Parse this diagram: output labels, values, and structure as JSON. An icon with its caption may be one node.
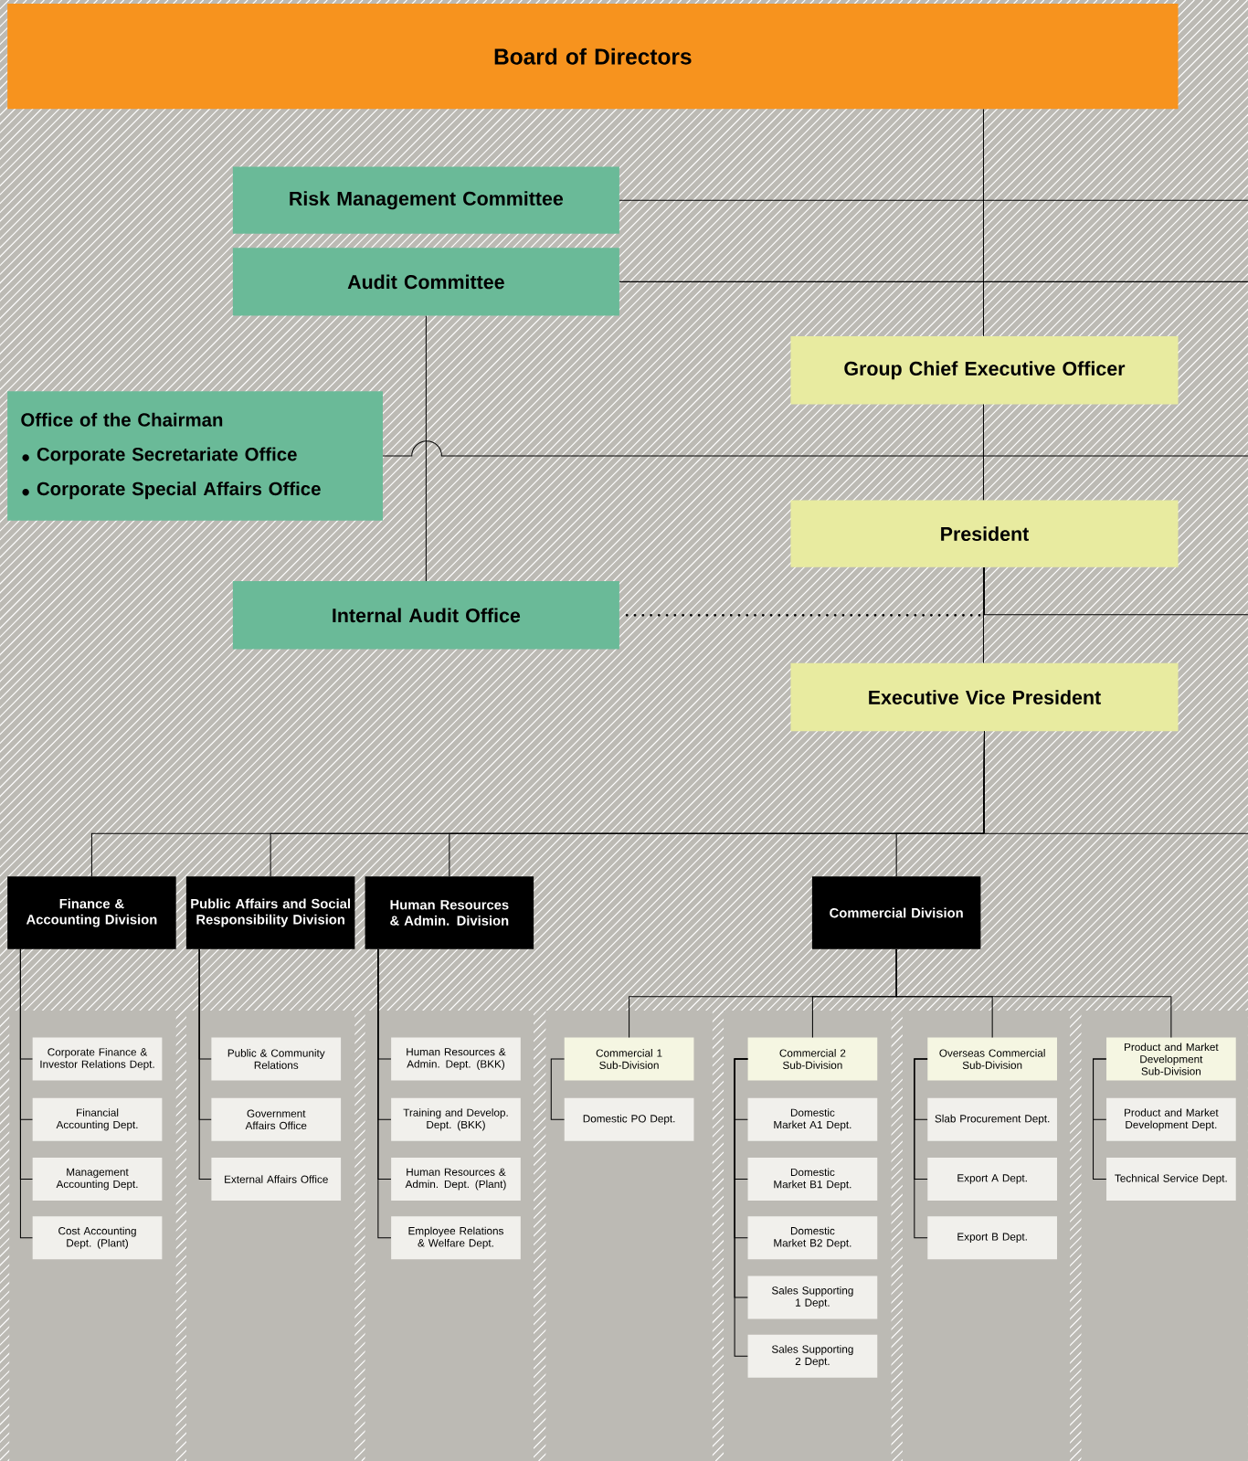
{
  "diagram": {
    "nodes": [
      {
        "text": [
          "Board of Directors"
        ]
      },
      {
        "text": [
          "Risk Management Committee"
        ]
      },
      {
        "text": [
          "Audit Committee"
        ]
      },
      {
        "text": [
          "Group Chief Executive Officer"
        ]
      },
      {
        "text": [
          "Office of the Chairman",
          "Corporate Secretariate Office",
          "Corporate Special Affairs Office"
        ]
      },
      {
        "text": [
          "President"
        ]
      },
      {
        "text": [
          "Internal Audit Office"
        ]
      },
      {
        "text": [
          "Executive Vice President"
        ]
      },
      {
        "text": [
          "Finance & Accounting Division"
        ]
      },
      {
        "text": [
          "Public Affairs and Social Responsibility Division"
        ]
      },
      {
        "text": [
          "Human Resources & Admin. Division"
        ]
      },
      {
        "text": [
          "Commercial Division"
        ]
      },
      {
        "text": [
          "Corporate Finance & Investor Relations Dept."
        ]
      },
      {
        "text": [
          "Financial Accounting Dept."
        ]
      },
      {
        "text": [
          "Management Accounting Dept."
        ]
      },
      {
        "text": [
          "Cost Accounting Dept. (Plant)"
        ]
      },
      {
        "text": [
          "Public & Community Relations"
        ]
      },
      {
        "text": [
          "Government Affairs Office"
        ]
      },
      {
        "text": [
          "External Affairs Office"
        ]
      },
      {
        "text": [
          "Human Resources & Admin. Dept. (BKK)"
        ]
      },
      {
        "text": [
          "Training and Develop. Dept. (BKK)"
        ]
      },
      {
        "text": [
          "Human Resources & Admin. Dept. (Plant)"
        ]
      },
      {
        "text": [
          "Employee Relations & Welfare Dept."
        ]
      },
      {
        "text": [
          "Commercial 1 Sub-Division"
        ]
      },
      {
        "text": [
          "Domestic PO Dept."
        ]
      },
      {
        "text": [
          "Commercial 2 Sub-Division"
        ]
      },
      {
        "text": [
          "Domestic Market A1 Dept."
        ]
      },
      {
        "text": [
          "Domestic Market B1 Dept."
        ]
      },
      {
        "text": [
          "Domestic Market B2 Dept."
        ]
      },
      {
        "text": [
          "Sales Supporting 1 Dept."
        ]
      },
      {
        "text": [
          "Sales Supporting 2 Dept."
        ]
      },
      {
        "text": [
          "Overseas Commercial Sub-Division"
        ]
      },
      {
        "text": [
          "Slab Procurement Dept."
        ]
      },
      {
        "text": [
          "Export A Dept."
        ]
      },
      {
        "text": [
          "Export B Dept."
        ]
      },
      {
        "text": [
          "Product and Market Development Sub-Division"
        ]
      },
      {
        "text": [
          "Product and Market Development Dept."
        ]
      },
      {
        "text": [
          "Technical Service Dept."
        ]
      }
    ],
    "edges": [
      {
        "from": 0,
        "to": 3,
        "arrow": "none"
      },
      {
        "from": 3,
        "to": 5,
        "arrow": "none"
      },
      {
        "from": 5,
        "to": 7,
        "arrow": "none"
      },
      {
        "from": 7,
        "to": 8,
        "arrow": "none"
      },
      {
        "from": 7,
        "to": 9,
        "arrow": "none"
      },
      {
        "from": 7,
        "to": 10,
        "arrow": "none"
      },
      {
        "from": 7,
        "to": 11,
        "arrow": "none"
      },
      {
        "from": 2,
        "to": 6,
        "arrow": "none"
      },
      {
        "from": 6,
        "to": null,
        "arrow": "none",
        "style": "dashed"
      },
      {
        "from": 1,
        "to": null,
        "arrow": "none"
      },
      {
        "from": 2,
        "to": null,
        "arrow": "none"
      },
      {
        "from": 4,
        "to": null,
        "arrow": "none"
      },
      {
        "from": 5,
        "to": null,
        "arrow": "none"
      },
      {
        "from": 7,
        "to": null,
        "arrow": "none"
      },
      {
        "from": 11,
        "to": 23,
        "arrow": "none"
      },
      {
        "from": 11,
        "to": 25,
        "arrow": "none"
      },
      {
        "from": 11,
        "to": 31,
        "arrow": "none"
      },
      {
        "from": 11,
        "to": 35,
        "arrow": "none"
      },
      {
        "from": 8,
        "to": 12,
        "arrow": "none"
      },
      {
        "from": 8,
        "to": 13,
        "arrow": "none"
      },
      {
        "from": 8,
        "to": 14,
        "arrow": "none"
      },
      {
        "from": 8,
        "to": 15,
        "arrow": "none"
      },
      {
        "from": 9,
        "to": 16,
        "arrow": "none"
      },
      {
        "from": 9,
        "to": 17,
        "arrow": "none"
      },
      {
        "from": 9,
        "to": 18,
        "arrow": "none"
      },
      {
        "from": 10,
        "to": 19,
        "arrow": "none"
      },
      {
        "from": 10,
        "to": 20,
        "arrow": "none"
      },
      {
        "from": 10,
        "to": 21,
        "arrow": "none"
      },
      {
        "from": 10,
        "to": 22,
        "arrow": "none"
      },
      {
        "from": 23,
        "to": 24,
        "arrow": "none"
      },
      {
        "from": 25,
        "to": 26,
        "arrow": "none"
      },
      {
        "from": 25,
        "to": 27,
        "arrow": "none"
      },
      {
        "from": 25,
        "to": 28,
        "arrow": "none"
      },
      {
        "from": 25,
        "to": 29,
        "arrow": "none"
      },
      {
        "from": 25,
        "to": 30,
        "arrow": "none"
      },
      {
        "from": 31,
        "to": 32,
        "arrow": "none"
      },
      {
        "from": 31,
        "to": 33,
        "arrow": "none"
      },
      {
        "from": 31,
        "to": 34,
        "arrow": "none"
      },
      {
        "from": 35,
        "to": 36,
        "arrow": "none"
      },
      {
        "from": 35,
        "to": 37,
        "arrow": "none"
      }
    ]
  }
}
